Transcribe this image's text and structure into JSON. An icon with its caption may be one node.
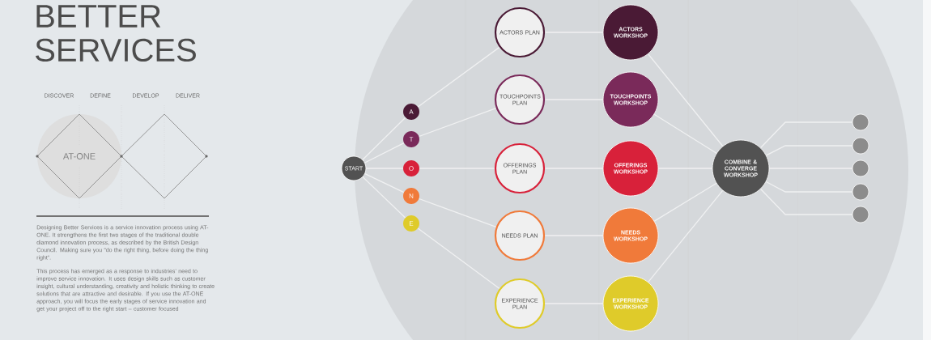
{
  "diagram": {
    "title": "BETTER SERVICES",
    "nodes": [
      {
        "text": [
          "AT-ONE"
        ]
      },
      {
        "text": [
          "START"
        ]
      },
      {
        "text": [
          "A"
        ]
      },
      {
        "text": [
          "T"
        ]
      },
      {
        "text": [
          "O"
        ]
      },
      {
        "text": [
          "N"
        ]
      },
      {
        "text": [
          "E"
        ]
      },
      {
        "text": [
          "ACTORS PLAN"
        ]
      },
      {
        "text": [
          "TOUCHPOINTS PLAN"
        ]
      },
      {
        "text": [
          "OFFERINGS PLAN"
        ]
      },
      {
        "text": [
          "NEEDS PLAN"
        ]
      },
      {
        "text": [
          "EXPERIENCE PLAN"
        ]
      },
      {
        "text": [
          "ACTORS WORKSHOP"
        ]
      },
      {
        "text": [
          "TOUCHPOINTS WORKSHOP"
        ]
      },
      {
        "text": [
          "OFFERINGS WORKSHOP"
        ]
      },
      {
        "text": [
          "NEEDS WORKSHOP"
        ]
      },
      {
        "text": [
          "EXPERIENCE WORKSHOP"
        ]
      },
      {
        "text": [
          "COMBINE & CONVERGE WORKSHOP"
        ]
      },
      {
        "text": [],
        "shape": "circle"
      },
      {
        "text": [],
        "shape": "circle"
      },
      {
        "text": [],
        "shape": "circle"
      },
      {
        "text": [],
        "shape": "circle"
      },
      {
        "text": [],
        "shape": "circle"
      }
    ],
    "edges": [
      {
        "from": 1,
        "to": 2,
        "arrow": "none"
      },
      {
        "from": 1,
        "to": 3,
        "arrow": "none"
      },
      {
        "from": 1,
        "to": 4,
        "arrow": "none"
      },
      {
        "from": 1,
        "to": 5,
        "arrow": "none"
      },
      {
        "from": 1,
        "to": 6,
        "arrow": "none"
      },
      {
        "from": 2,
        "to": 7,
        "arrow": "none"
      },
      {
        "from": 3,
        "to": 8,
        "arrow": "none"
      },
      {
        "from": 4,
        "to": 9,
        "arrow": "none"
      },
      {
        "from": 5,
        "to": 10,
        "arrow": "none"
      },
      {
        "from": 6,
        "to": 11,
        "arrow": "none"
      },
      {
        "from": 7,
        "to": 12,
        "arrow": "none"
      },
      {
        "from": 8,
        "to": 13,
        "arrow": "none"
      },
      {
        "from": 9,
        "to": 14,
        "arrow": "none"
      },
      {
        "from": 10,
        "to": 15,
        "arrow": "none"
      },
      {
        "from": 11,
        "to": 16,
        "arrow": "none"
      },
      {
        "from": 12,
        "to": 17,
        "arrow": "none"
      },
      {
        "from": 13,
        "to": 17,
        "arrow": "none"
      },
      {
        "from": 14,
        "to": 17,
        "arrow": "none"
      },
      {
        "from": 15,
        "to": 17,
        "arrow": "none"
      },
      {
        "from": 16,
        "to": 17,
        "arrow": "none"
      },
      {
        "from": 17,
        "to": 18,
        "arrow": "none"
      },
      {
        "from": 17,
        "to": 19,
        "arrow": "none"
      },
      {
        "from": 17,
        "to": 20,
        "arrow": "none"
      },
      {
        "from": 17,
        "to": 21,
        "arrow": "none"
      },
      {
        "from": 17,
        "to": 22,
        "arrow": "none"
      }
    ],
    "labels": [
      "DISCOVER",
      "DEFINE",
      "DEVELOP",
      "DELIVER",
      "Designing Better Services is a service innovation process using AT-ONE. It strengthens the first two stages of the traditional double diamond innovation process, as described by the British Design Council. Making sure you “do the right thing, before doing the thing right”.",
      "This process has emerged as a response to industries’ need to improve service innovation. It uses design skills such as customer insight, cultural understanding, creativity and holistic thinking to create solutions that are attractive and desirable. If you use the AT-ONE approach, you will focus the early stages of service innovation and get your project off to the right start – customer focused"
    ]
  }
}
